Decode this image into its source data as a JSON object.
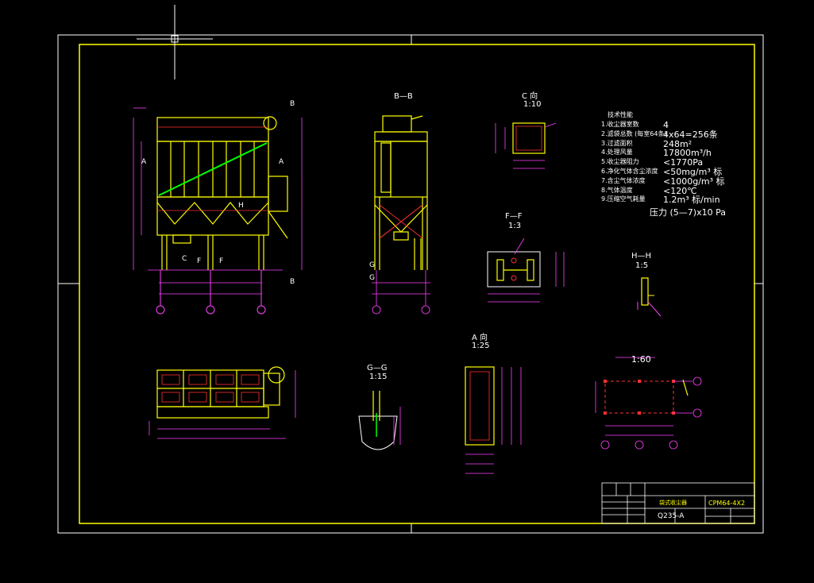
{
  "labels": {
    "section_bb": "B—B",
    "view_c": "C 向",
    "scale_c": "1:10",
    "section_ff": "F—F",
    "scale_ff": "1:3",
    "section_hh": "H—H",
    "scale_hh": "1:5",
    "section_gg": "G—G",
    "scale_gg": "1:15",
    "view_a": "A 向",
    "scale_a": "1:25",
    "plan_scale": "1:60",
    "cut_a": "A",
    "cut_b": "B",
    "cut_c": "C",
    "cut_f": "F",
    "cut_g": "G",
    "cut_h": "H"
  },
  "specs": {
    "title": "技术性能",
    "items": [
      {
        "label": "1.收尘器室数",
        "value": "4"
      },
      {
        "label": "2.滤袋总数 (每室64条)",
        "value": "4x64=256条"
      },
      {
        "label": "3.过滤面积",
        "value": "248m²"
      },
      {
        "label": "4.处理风量",
        "value": "17800m³/h"
      },
      {
        "label": "5.收尘器阻力",
        "value": "<1770Pa"
      },
      {
        "label": "6.净化气体含尘浓度",
        "value": "<50mg/m³ 标"
      },
      {
        "label": "7.含尘气体浓度",
        "value": "<1000g/m³ 标"
      },
      {
        "label": "8.气体温度",
        "value": "<120℃"
      },
      {
        "label": "9.压缩空气耗量",
        "value": "1.2m³ 标/min"
      }
    ],
    "pressure": "压力 (5—7)x10  Pa"
  },
  "title_block": {
    "drawing_no": "CPM64-4X2",
    "material": "Q235-A",
    "name": "袋式收尘器"
  },
  "colors": {
    "frame": "#ffffff",
    "border": "#ffff00",
    "structure": "#ffff00",
    "dimension": "#ff40ff",
    "accent": "#ff3030",
    "bracing": "#00ff00",
    "annotation": "#ffffff"
  }
}
